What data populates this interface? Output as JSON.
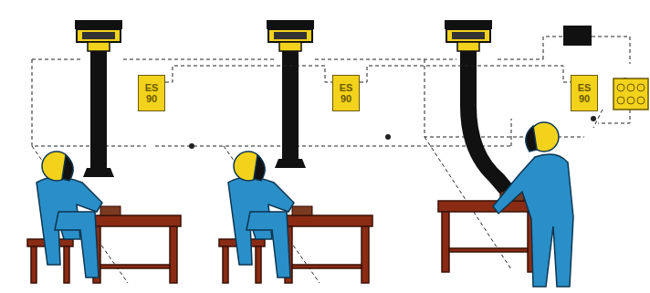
{
  "diagram": {
    "nodes": [
      {
        "text": [
          "ES 90"
        ]
      },
      {
        "text": [
          "ES 90"
        ]
      },
      {
        "text": [
          "ES 90"
        ]
      }
    ],
    "edges": [
      {
        "from": 0,
        "to": 1,
        "arrow": "none"
      },
      {
        "from": 1,
        "to": 2,
        "arrow": "none"
      }
    ]
  }
}
